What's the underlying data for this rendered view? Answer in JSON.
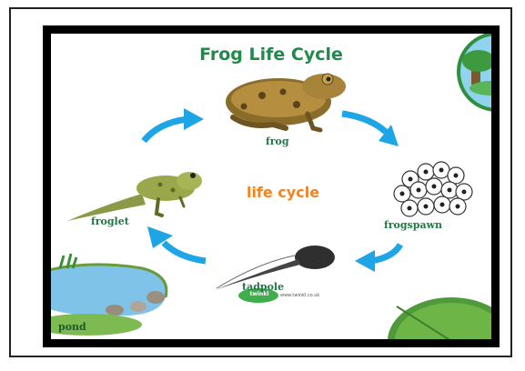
{
  "title": "Frog Life Cycle",
  "center_label": "life cycle",
  "stages": {
    "frog": "frog",
    "frogspawn": "frogspawn",
    "tadpole": "tadpole",
    "froglet": "froglet"
  },
  "corner_label": "pond",
  "brand": {
    "logo_text": "twinkl",
    "url_text": "www.twinkl.co.uk"
  },
  "colors": {
    "title": "#1f8a4a",
    "center": "#f5821f",
    "arrows": "#1ea5e6",
    "labels": "#1f7a44"
  }
}
